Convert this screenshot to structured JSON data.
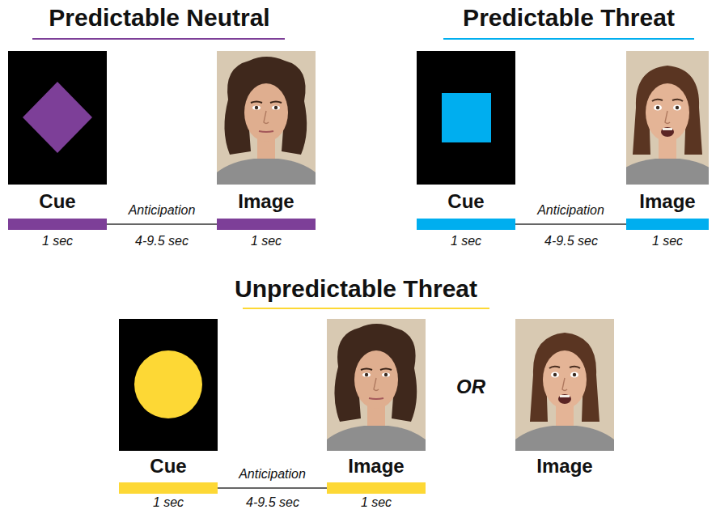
{
  "diagram": {
    "nodes": [
      {
        "text": [
          "Cue",
          "1 sec"
        ]
      },
      {
        "text": [
          "Image",
          "1 sec"
        ]
      },
      {
        "text": [
          "Cue",
          "1 sec"
        ]
      },
      {
        "text": [
          "Image",
          "1 sec"
        ]
      },
      {
        "text": [
          "Cue",
          "1 sec"
        ]
      },
      {
        "text": [
          "Image",
          "1 sec"
        ]
      },
      {
        "text": [
          "Image"
        ]
      }
    ],
    "edges": [
      {
        "from": 0,
        "to": 1,
        "label": "Anticipation",
        "arrow": "none"
      },
      {
        "from": 2,
        "to": 3,
        "label": "Anticipation",
        "arrow": "none"
      },
      {
        "from": 4,
        "to": 5,
        "label": "Anticipation",
        "arrow": "none"
      }
    ],
    "labels": [
      "Predictable Neutral",
      "Predictable Threat",
      "4-9.5 sec",
      "4-9.5 sec",
      "Unpredictable Threat",
      "OR",
      "4-9.5 sec"
    ]
  }
}
